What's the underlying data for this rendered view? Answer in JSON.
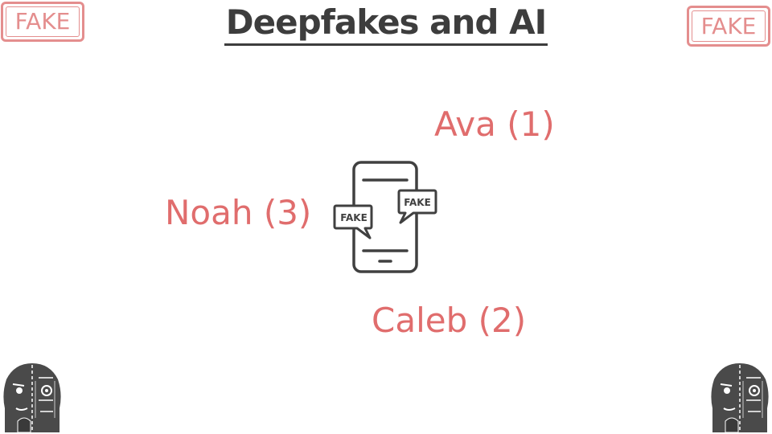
{
  "title": "Deepfakes and AI",
  "stamps": {
    "left": "FAKE",
    "right": "FAKE"
  },
  "names": {
    "ava": "Ava (1)",
    "noah": "Noah (3)",
    "caleb": "Caleb (2)"
  },
  "phone_bubbles": {
    "left": "FAKE",
    "right": "FAKE"
  },
  "icons": [
    "smartphone-fake-messages-icon",
    "deepfake-face-icon"
  ],
  "colors": {
    "accent": "#e06d6d",
    "text": "#3d3d3d",
    "background": "#ffffff"
  }
}
